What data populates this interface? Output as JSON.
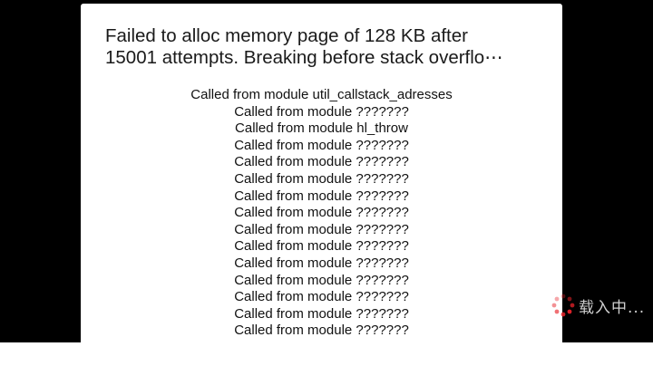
{
  "dialog": {
    "title": "Failed to alloc memory page of 128 KB after\n15001 attempts. Breaking before stack overflo⋯",
    "stack_lines": [
      "Called from module util_callstack_adresses",
      "Called from module ???????",
      "Called from module hl_throw",
      "Called from module ???????",
      "Called from module ???????",
      "Called from module ???????",
      "Called from module ???????",
      "Called from module ???????",
      "Called from module ???????",
      "Called from module ???????",
      "Called from module ???????",
      "Called from module ???????",
      "Called from module ???????",
      "Called from module ???????",
      "Called from module ???????"
    ]
  },
  "loading": {
    "text": "载入中...",
    "icon": "spinner-icon",
    "accent_color": "#e8232a"
  },
  "colors": {
    "background": "#000000",
    "dialog_bg": "#ffffff",
    "text": "#111111"
  }
}
